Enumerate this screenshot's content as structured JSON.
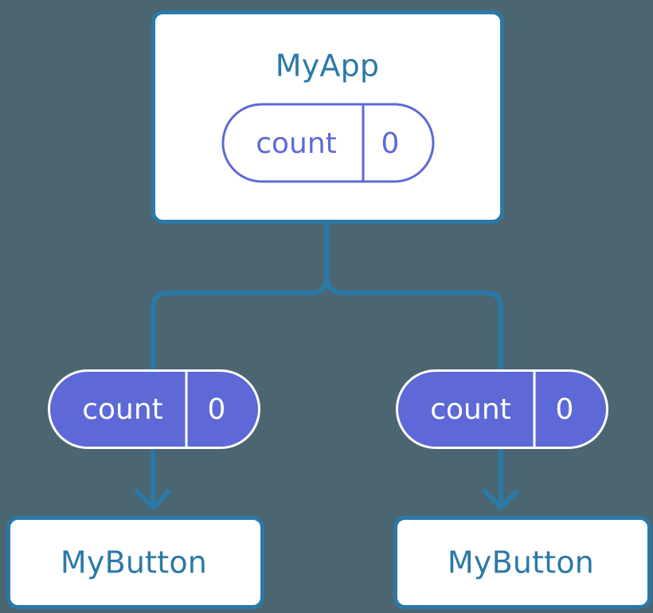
{
  "diagram": {
    "type": "component-state-tree",
    "background_color": "#4b6670",
    "colors": {
      "line": "#2b79a8",
      "component_box_fill": "#ffffff",
      "component_box_stroke": "#2b79a8",
      "component_title_text": "#2b79a8",
      "state_pill_outline_stroke": "#5d69d6",
      "state_pill_outline_text": "#5d69d6",
      "state_pill_filled_fill": "#5d69d6",
      "state_pill_filled_stroke": "#ffffff",
      "state_pill_filled_text": "#ffffff"
    },
    "root": {
      "title": "MyApp",
      "state": {
        "key": "count",
        "value": "0"
      }
    },
    "branches": [
      {
        "prop": {
          "key": "count",
          "value": "0"
        },
        "child": {
          "title": "MyButton"
        }
      },
      {
        "prop": {
          "key": "count",
          "value": "0"
        },
        "child": {
          "title": "MyButton"
        }
      }
    ]
  }
}
